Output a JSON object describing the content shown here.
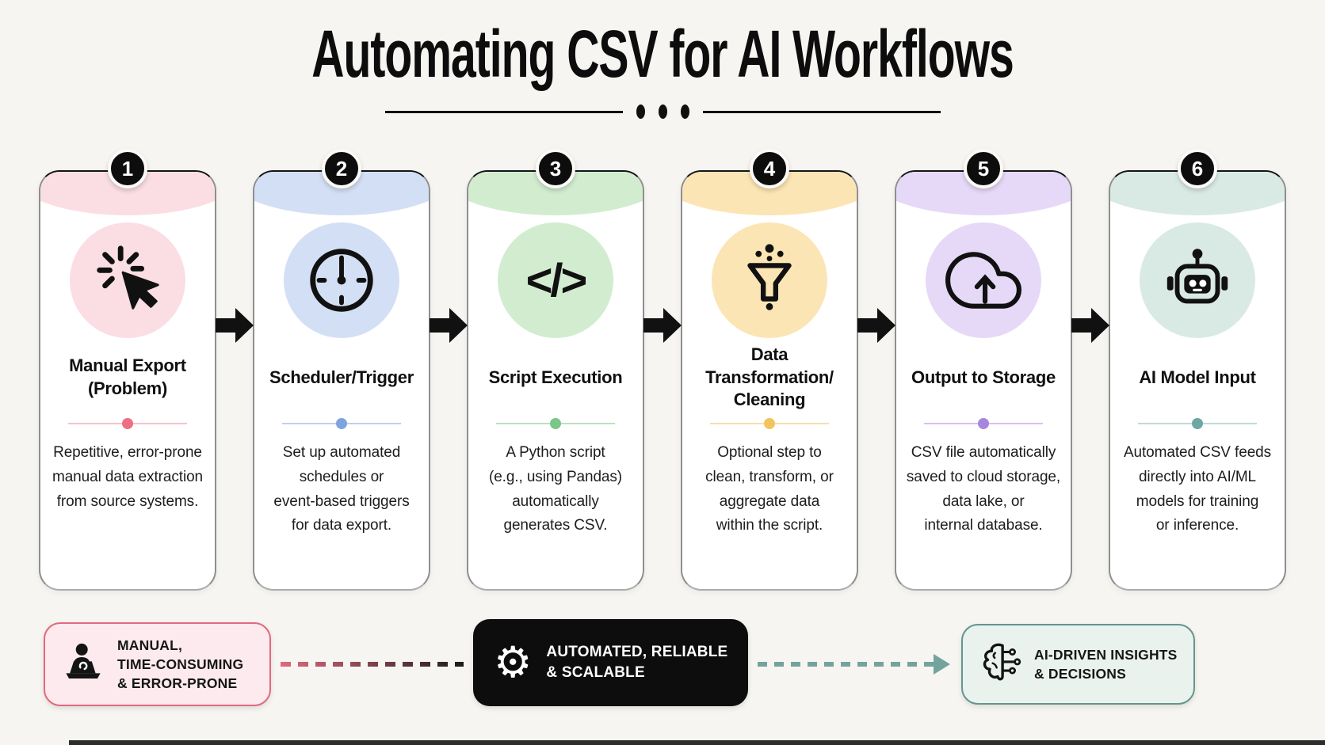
{
  "page": {
    "title": "Automating CSV for AI Workflows",
    "background": "#f6f5f1",
    "bottom_bar_color": "#2d2d2d",
    "arrow_color": "#111111"
  },
  "glyphs": {
    "code": "</>",
    "gear": "⚙"
  },
  "steps": [
    {
      "number": "1",
      "title": "Manual Export\n(Problem)",
      "description": "Repetitive, error-prone\nmanual data extraction\nfrom source systems.",
      "icon": "cursor-click-icon",
      "colors": {
        "soft": "#fadee3",
        "accent": "#ee6f82",
        "line": "#f5c3cb"
      }
    },
    {
      "number": "2",
      "title": "Scheduler/Trigger",
      "description": "Set up automated\nschedules or\nevent-based triggers\nfor data export.",
      "icon": "clock-icon",
      "colors": {
        "soft": "#d3dff4",
        "accent": "#7ea4e0",
        "line": "#bdd0ee"
      }
    },
    {
      "number": "3",
      "title": "Script Execution",
      "description": "A Python script\n(e.g., using Pandas)\nautomatically\ngenerates CSV.",
      "icon": "code-icon",
      "colors": {
        "soft": "#d2ecd0",
        "accent": "#7cc689",
        "line": "#bae1bd"
      }
    },
    {
      "number": "4",
      "title": "Data Transformation/\nCleaning",
      "description": "Optional step to\nclean, transform, or\naggregate data\nwithin the script.",
      "icon": "funnel-icon",
      "colors": {
        "soft": "#fbe5b4",
        "accent": "#f2c45f",
        "line": "#f6dfa9"
      }
    },
    {
      "number": "5",
      "title": "Output to Storage",
      "description": "CSV file automatically\nsaved to cloud storage,\ndata lake, or\ninternal database.",
      "icon": "cloud-upload-icon",
      "colors": {
        "soft": "#e6d9f8",
        "accent": "#a687de",
        "line": "#d4c2f0"
      }
    },
    {
      "number": "6",
      "title": "AI Model Input",
      "description": "Automated CSV feeds\ndirectly into AI/ML\nmodels for training\nor inference.",
      "icon": "robot-icon",
      "colors": {
        "soft": "#d9eae4",
        "accent": "#6fa7a3",
        "line": "#bedcd5"
      }
    }
  ],
  "outcomes": [
    {
      "label": "MANUAL,\nTIME-CONSUMING\n& ERROR-PRONE",
      "icon": "person-laptop-icon",
      "colors": {
        "background": "#fceaee",
        "border": "#e0697e",
        "text": "#161616"
      }
    },
    {
      "label": "AUTOMATED, RELIABLE\n& SCALABLE",
      "icon": "gear-icon",
      "colors": {
        "background": "#0d0d0d",
        "border": "#0d0d0d",
        "text": "#ffffff"
      }
    },
    {
      "label": "AI-DRIVEN INSIGHTS\n& DECISIONS",
      "icon": "brain-circuit-icon",
      "colors": {
        "background": "#eaf2ee",
        "border": "#62968f",
        "text": "#161616"
      }
    }
  ],
  "connectors": {
    "left": {
      "style": "dashed",
      "from_color": "#e0697e",
      "to_color": "#1c1c1c"
    },
    "right": {
      "style": "dashed-arrow",
      "color": "#74a39e"
    }
  }
}
